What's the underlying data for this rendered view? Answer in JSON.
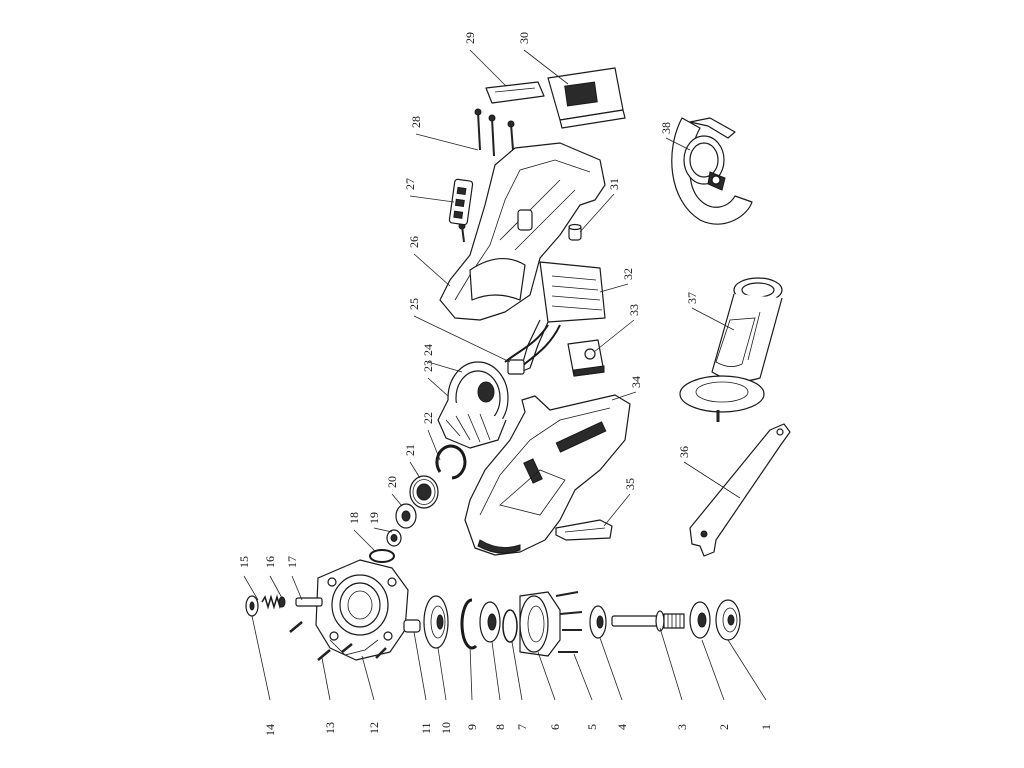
{
  "part_labels": [
    "1",
    "2",
    "3",
    "4",
    "5",
    "6",
    "7",
    "8",
    "9",
    "10",
    "11",
    "12",
    "13",
    "14",
    "15",
    "16",
    "17",
    "18",
    "19",
    "20",
    "21",
    "22",
    "23",
    "24",
    "25",
    "26",
    "27",
    "28",
    "29",
    "30",
    "31",
    "32",
    "33",
    "34",
    "35",
    "36",
    "37",
    "38"
  ],
  "colors": {
    "line": "#1a1a1a",
    "fill": "#ffffff",
    "dark": "#2a2a2a",
    "grey": "#bdbdbd"
  }
}
